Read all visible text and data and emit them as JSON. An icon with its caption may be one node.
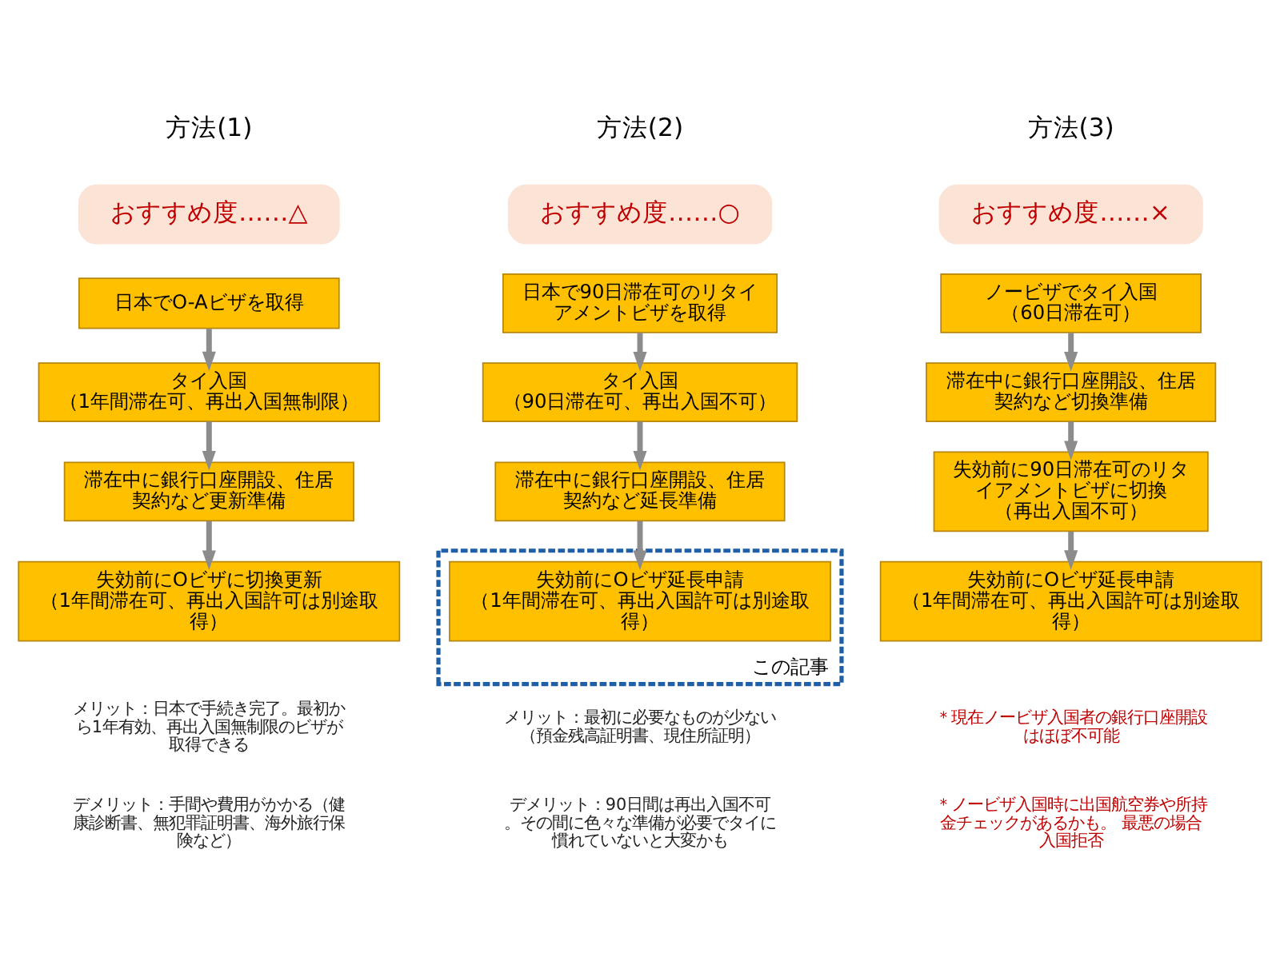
{
  "diagram": {
    "nodes": [
      {
        "text": [
          "おすすめ度……△"
        ]
      },
      {
        "text": [
          "日本でO-Aビザを取得"
        ]
      },
      {
        "text": [
          "タイ入国",
          "（1年間滞在可、再出入国無制限）"
        ]
      },
      {
        "text": [
          "滞在中に銀行口座開設、住居契約など更新準備"
        ]
      },
      {
        "text": [
          "失効前にOビザに切換更新",
          "（1年間滞在可、再出入国許可は別途取得）"
        ],
        "beside": [
          "メリット：日本で手続き完了。最初から1年有効、再出入国無制限のビザが取得できる",
          "デメリット：手間や費用がかかる（健康診断書、無犯罪証明書、海外旅行保険など）"
        ]
      },
      {
        "text": [
          "おすすめ度……○"
        ]
      },
      {
        "text": [
          "日本で90日滞在可のリタイアメントビザを取得"
        ]
      },
      {
        "text": [
          "タイ入国",
          "（90日滞在可、再出入国不可）"
        ]
      },
      {
        "text": [
          "滞在中に銀行口座開設、住居契約など延長準備"
        ]
      },
      {
        "text": [
          "この記事"
        ]
      },
      {
        "text": [
          "失効前にOビザ延長申請",
          "（1年間滞在可、再出入国許可は別途取得）"
        ],
        "in": 9,
        "beside": [
          "メリット：最初に必要なものが少ない（預金残高証明書、現住所証明）",
          "デメリット：90日間は再出入国不可。その間に色々な準備が必要でタイに慣れていないと大変かも"
        ]
      },
      {
        "text": [
          "おすすめ度……×"
        ]
      },
      {
        "text": [
          "ノービザでタイ入国",
          "（60日滞在可）"
        ]
      },
      {
        "text": [
          "滞在中に銀行口座開設、住居契約など切換準備"
        ]
      },
      {
        "text": [
          "失効前に90日滞在可のリタイアメントビザに切換",
          "（再出入国不可）"
        ]
      },
      {
        "text": [
          "失効前にOビザ延長申請",
          "（1年間滞在可、再出入国許可は別途取得）"
        ],
        "beside": [
          "＊現在ノービザ入国者の銀行口座開設はほぼ不可能",
          "＊ノービザ入国時に出国航空券や所持金チェックがあるかも。 最悪の場合入国拒否"
        ]
      }
    ],
    "edges": [
      {
        "from": 1,
        "to": 2,
        "arrow": "to"
      },
      {
        "from": 2,
        "to": 3,
        "arrow": "to"
      },
      {
        "from": 3,
        "to": 4,
        "arrow": "to"
      },
      {
        "from": 6,
        "to": 7,
        "arrow": "to"
      },
      {
        "from": 7,
        "to": 8,
        "arrow": "to"
      },
      {
        "from": 8,
        "to": 10,
        "arrow": "to"
      },
      {
        "from": 12,
        "to": 13,
        "arrow": "to"
      },
      {
        "from": 13,
        "to": 14,
        "arrow": "to"
      },
      {
        "from": 14,
        "to": 15,
        "arrow": "to"
      }
    ],
    "labels": [
      "方法(1)",
      "方法(2)",
      "方法(3)"
    ]
  }
}
